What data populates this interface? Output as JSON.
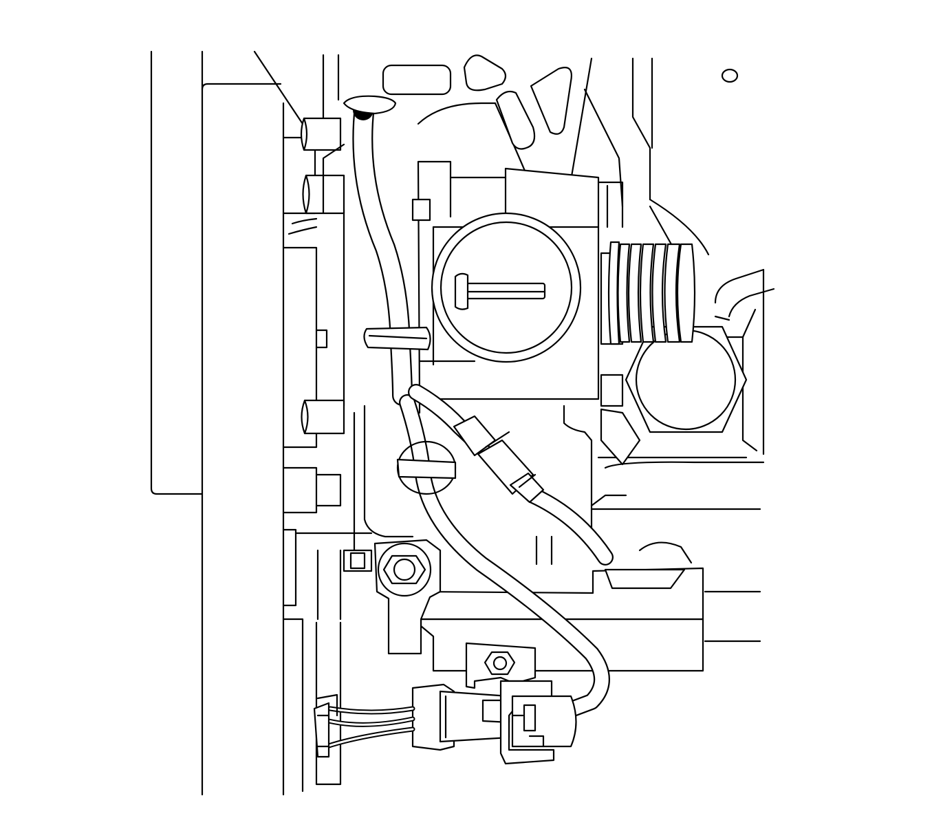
{
  "diagram": {
    "kind": "line-art-illustration",
    "stroke_color": "#000000",
    "background_color": "#ffffff",
    "components": [
      "vacuum-hose",
      "throttle-body",
      "throttle-plate",
      "throttle-linkage-spring",
      "hose-clamp",
      "wiring-harness",
      "electrical-connector",
      "mounting-bolt",
      "intake-manifold-flange"
    ]
  }
}
